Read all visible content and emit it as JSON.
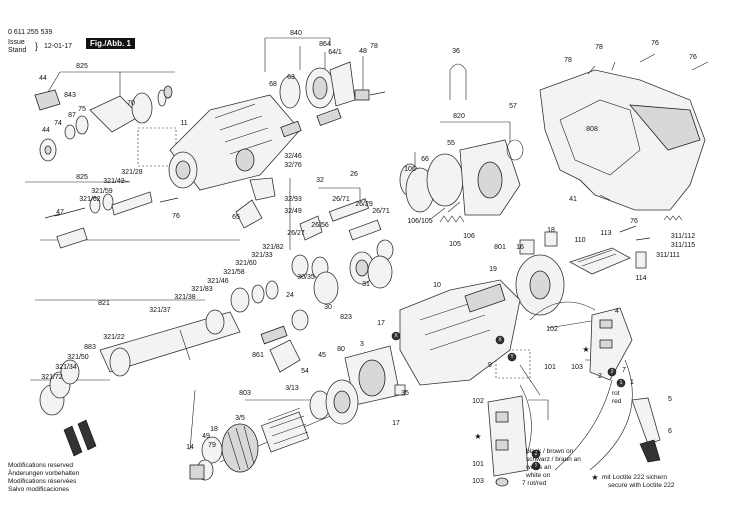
{
  "header": {
    "part_number": "0 611 255 539",
    "issue_label": "Issue",
    "stand_label": "Stand",
    "issue_date": "12-01-17",
    "figure_label": "Fig./Abb. 1"
  },
  "callouts": [
    "840",
    "864",
    "64/1",
    "78",
    "48",
    "825",
    "44",
    "843",
    "70",
    "75",
    "87",
    "74",
    "44",
    "68",
    "63",
    "36",
    "78",
    "78",
    "76",
    "76",
    "11",
    "820",
    "57",
    "808",
    "32/46",
    "32/76",
    "106",
    "66",
    "55",
    "825",
    "321/28",
    "321/42",
    "321/59",
    "321/62",
    "47",
    "76",
    "32",
    "32/93",
    "32/49",
    "65",
    "26",
    "26/71",
    "26/29",
    "26/71",
    "106/105",
    "105",
    "106",
    "41",
    "26/56",
    "26/27",
    "321/82",
    "321/33",
    "321/60",
    "321/58",
    "321/46",
    "321/83",
    "321/38",
    "321/37",
    "821",
    "321/22",
    "883",
    "321/50",
    "321/34",
    "321/72",
    "30/35",
    "24",
    "30",
    "823",
    "31",
    "801",
    "16",
    "18",
    "19",
    "10",
    "110",
    "113",
    "76",
    "311/112",
    "311/115",
    "311/111",
    "114",
    "17",
    "861",
    "45",
    "80",
    "3",
    "9",
    "102",
    "4",
    "103",
    "2",
    "101",
    "54",
    "3/13",
    "803",
    "3/5",
    "18",
    "49",
    "79",
    "14",
    "102",
    "101",
    "103",
    "1",
    "7",
    "5",
    "6",
    "17",
    "35"
  ],
  "legend": {
    "black_brown": "black / brown on",
    "schwarz_braun": "schwarz / braun an",
    "weiss_an": "weiss an",
    "white_on": "white on",
    "rot_red_part": "7 rot/red",
    "red_label_rot": "rot",
    "red_label_red": "red",
    "loctite_de": "mit Loctite 222 sichern",
    "loctite_en": "secure with Loctite 222"
  },
  "badges": {
    "one": "1",
    "two": "2",
    "x": "X",
    "y": "Y",
    "star": "★"
  },
  "footer": {
    "lines": [
      "Modifications reserved",
      "Änderungen vorbehalten",
      "Modifications réservées",
      "Salvo modificaciones"
    ]
  }
}
